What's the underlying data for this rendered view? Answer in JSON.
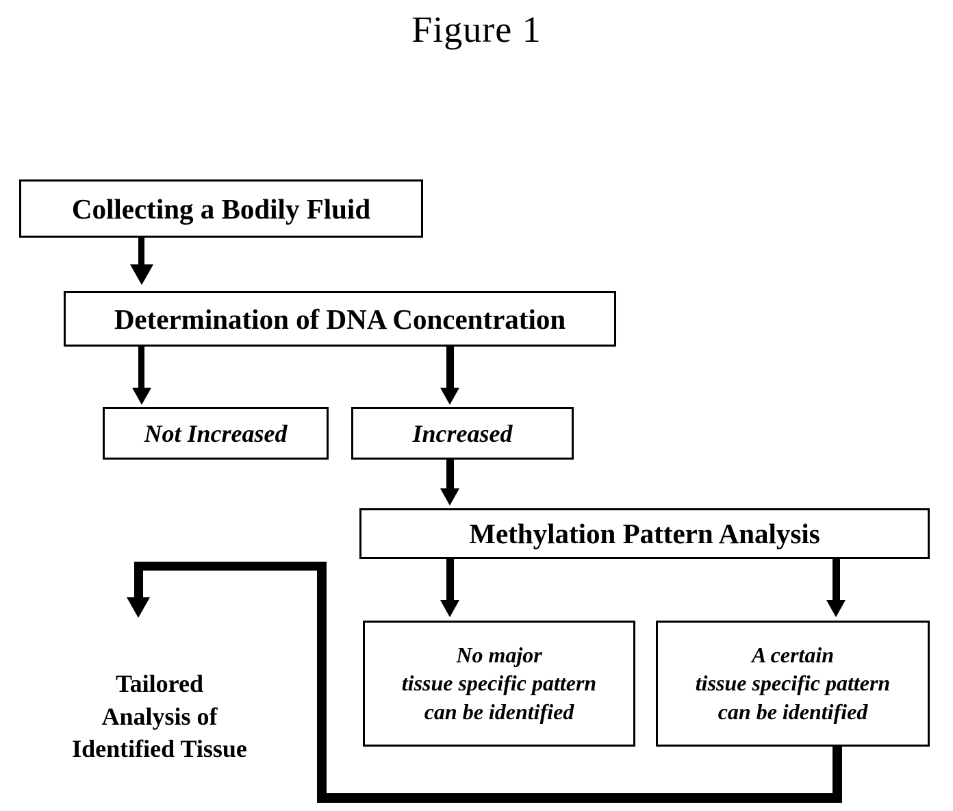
{
  "figure": {
    "title": "Figure 1",
    "type": "flowchart"
  },
  "nodes": {
    "collect": "Collecting a Bodily Fluid",
    "determine": "Determination of DNA Concentration",
    "not_increased": "Not Increased",
    "increased": "Increased",
    "methylation": "Methylation Pattern Analysis",
    "no_major": "No major\ntissue specific pattern\ncan be identified",
    "a_certain": "A certain\ntissue specific pattern\ncan be identified",
    "tailored": "Tailored\nAnalysis of\nIdentified Tissue"
  },
  "colors": {
    "ink": "#000000",
    "paper": "#ffffff"
  }
}
